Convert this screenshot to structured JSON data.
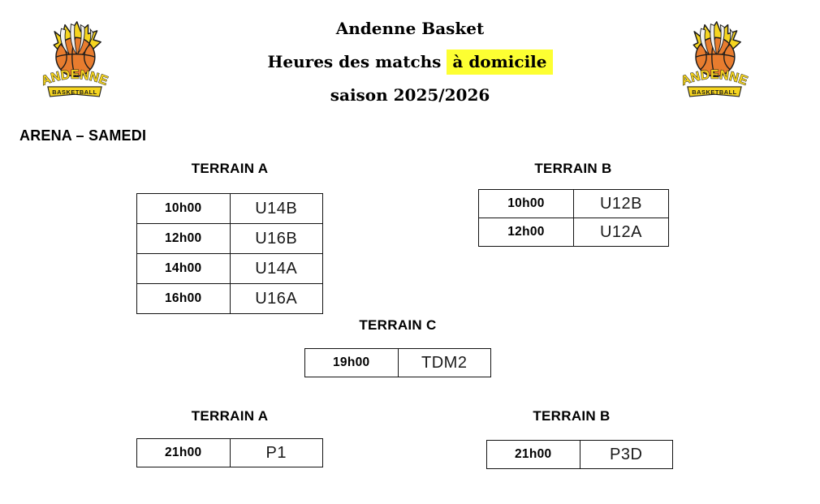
{
  "header": {
    "title": "Andenne Basket",
    "subtitle": {
      "prefix": "Heures des matchs ",
      "highlight": "à domicile"
    },
    "season": "saison 2025/2026",
    "highlight_color": "#fdff32"
  },
  "logo": {
    "name": "ANDENNE",
    "subname": "BASKETBALL",
    "colors": {
      "ball": "#e87c2e",
      "yellow": "#f6d51f",
      "outline": "#1c1c1c"
    }
  },
  "section": {
    "title": "ARENA – SAMEDI"
  },
  "tables": {
    "terrain_a_top": {
      "title": "TERRAIN A",
      "rows": [
        {
          "time": "10h00",
          "team": "U14B"
        },
        {
          "time": "12h00",
          "team": "U16B"
        },
        {
          "time": "14h00",
          "team": "U14A"
        },
        {
          "time": "16h00",
          "team": "U16A"
        }
      ]
    },
    "terrain_b_top": {
      "title": "TERRAIN B",
      "rows": [
        {
          "time": "10h00",
          "team": "U12B"
        },
        {
          "time": "12h00",
          "team": "U12A"
        }
      ]
    },
    "terrain_c": {
      "title": "TERRAIN C",
      "rows": [
        {
          "time": "19h00",
          "team": "TDM2"
        }
      ]
    },
    "terrain_a_bottom": {
      "title": "TERRAIN A",
      "rows": [
        {
          "time": "21h00",
          "team": "P1"
        }
      ]
    },
    "terrain_b_bottom": {
      "title": "TERRAIN B",
      "rows": [
        {
          "time": "21h00",
          "team": "P3D"
        }
      ]
    }
  }
}
